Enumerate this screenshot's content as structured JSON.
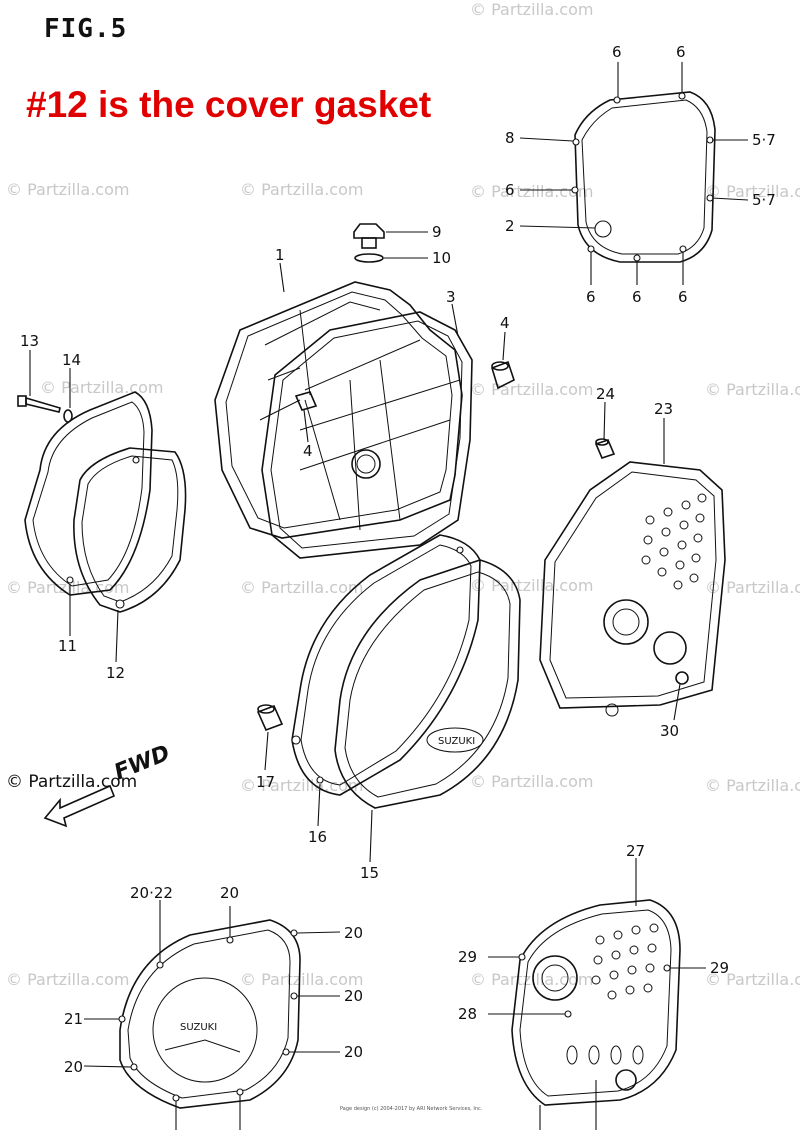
{
  "figure": {
    "title": "FIG.5",
    "annotation": "#12 is the cover gasket",
    "annotation_color": "#e00000",
    "fwd_label": "FWD",
    "cover_logo_a": "SUZUKI",
    "cover_logo_b": "SUZUKI",
    "footer": "Page design (c) 2004-2017 by ARI Network Services, Inc."
  },
  "watermarks": [
    "© Partzilla.com",
    "© Partzilla.com",
    "© Partzilla.com",
    "© Partzilla.com",
    "© Partzilla.com",
    "© Partzilla.com",
    "© Partzilla.com",
    "© Partzilla.com",
    "© Partzilla.com",
    "© Partzilla.com",
    "© Partzilla.com",
    "© Partzilla.com",
    "© Partzilla.com",
    "© Partzilla.com",
    "© Partzilla.com",
    "© Partzilla.com",
    "© Partzilla.com",
    "© Partzilla.com",
    "© Partzilla.com",
    "© Partzilla.com"
  ],
  "callouts": [
    "6",
    "6",
    "8",
    "5·7",
    "6",
    "5·7",
    "2",
    "6",
    "6",
    "6",
    "9",
    "10",
    "1",
    "3",
    "4",
    "4",
    "13",
    "14",
    "24",
    "23",
    "11",
    "12",
    "30",
    "17",
    "16",
    "15",
    "27",
    "20·22",
    "20",
    "20",
    "20",
    "21",
    "20",
    "20",
    "29",
    "29",
    "28"
  ]
}
